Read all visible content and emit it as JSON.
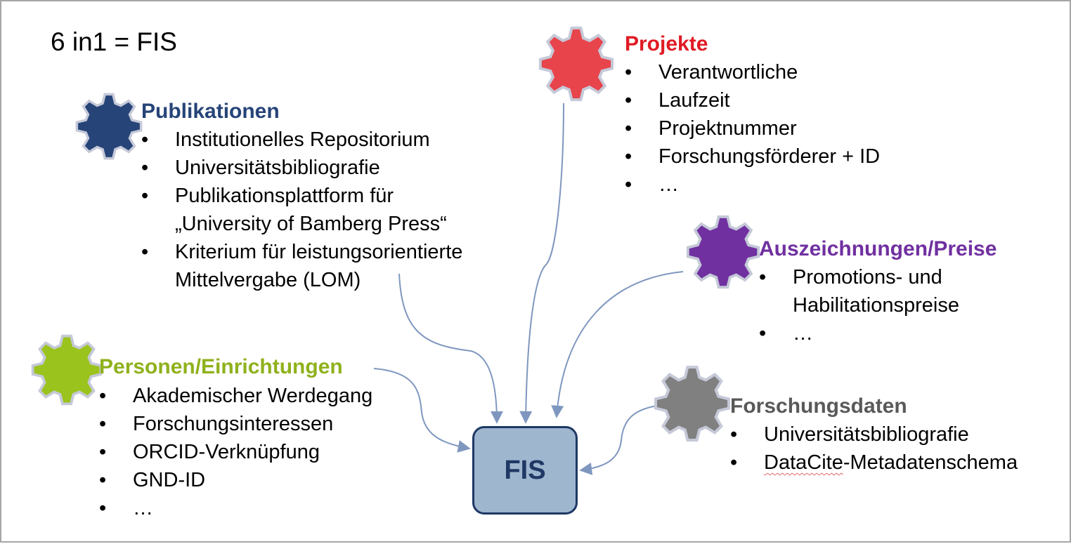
{
  "page_title": "6 in1 = FIS",
  "center_node": {
    "label": "FIS"
  },
  "colors": {
    "publikationen": "#264478",
    "projekte": "#e8444c",
    "projekte_title": "#e01b24",
    "auszeichnungen": "#7030a0",
    "personen": "#9bc31d",
    "personen_title": "#8fb11c",
    "forschungsdaten": "#808080",
    "forschungsdaten_title": "#595959",
    "gear_outline": "#c5c9d8",
    "connector": "#7f97bf"
  },
  "nodes": [
    {
      "id": "publikationen",
      "title": "Publikationen",
      "icon": "gear-icon",
      "items": [
        "Institutionelles Repositorium",
        "Universitätsbibliografie",
        [
          "Publikationsplattform für",
          "„University of Bamberg Press“"
        ],
        [
          "Kriterium für leistungsorientierte",
          "Mittelvergabe (LOM)"
        ]
      ]
    },
    {
      "id": "projekte",
      "title": "Projekte",
      "icon": "gear-icon",
      "items": [
        "Verantwortliche",
        "Laufzeit",
        "Projektnummer",
        "Forschungsförderer + ID",
        "…"
      ]
    },
    {
      "id": "auszeichnungen",
      "title": "Auszeichnungen/Preise",
      "icon": "gear-icon",
      "items": [
        [
          "Promotions- und",
          "Habilitationspreise"
        ],
        "…"
      ]
    },
    {
      "id": "personen",
      "title": "Personen/Einrichtungen",
      "icon": "gear-icon",
      "items": [
        "Akademischer Werdegang",
        "Forschungsinteressen",
        "ORCID-Verknüpfung",
        "GND-ID",
        "…"
      ]
    },
    {
      "id": "forschungsdaten",
      "title": "Forschungsdaten",
      "icon": "gear-icon",
      "items": [
        "Universitätsbibliografie",
        "DataCite-Metadatenschema"
      ]
    }
  ]
}
